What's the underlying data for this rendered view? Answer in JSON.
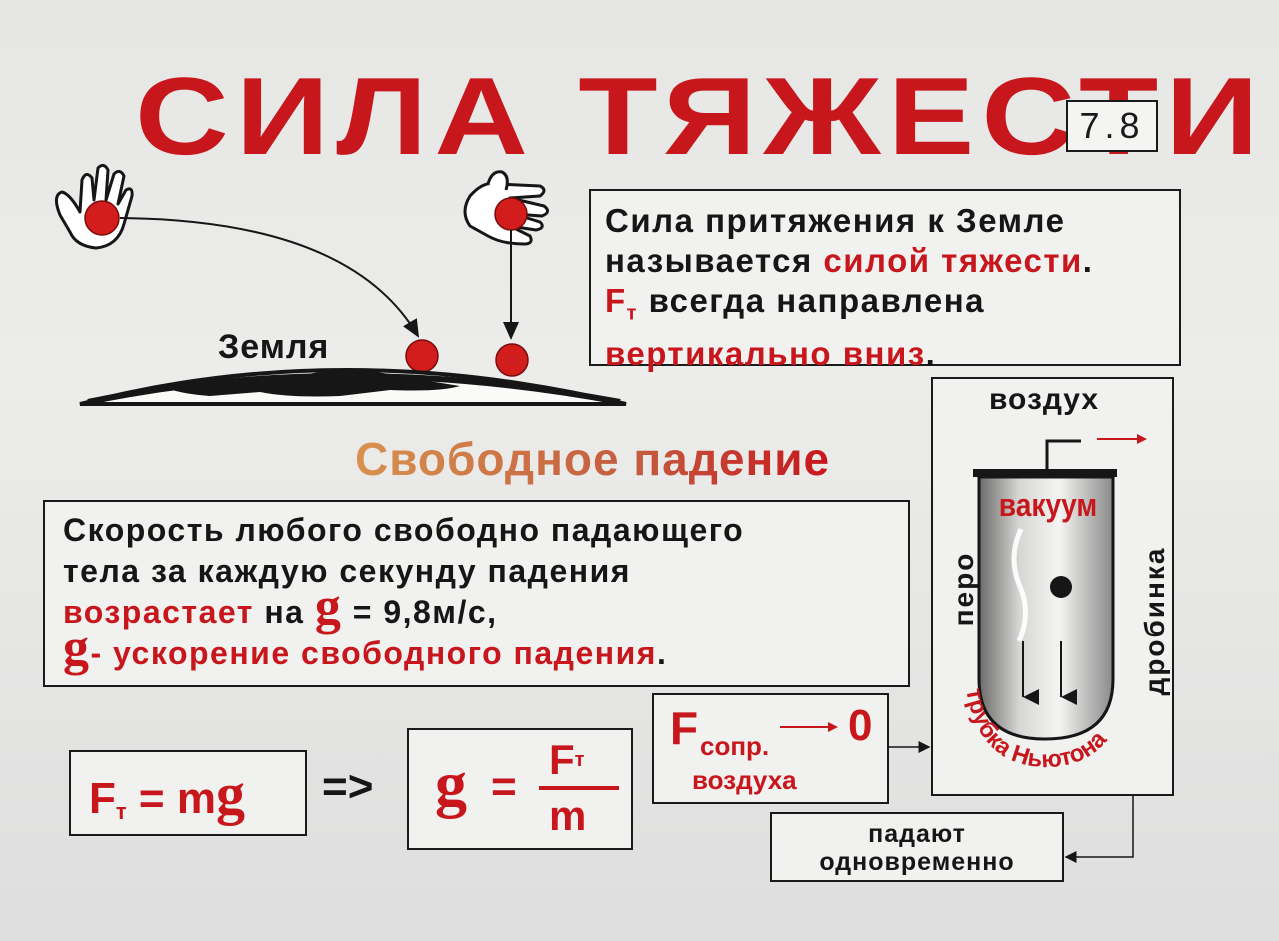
{
  "title": "СИЛА ТЯЖЕСТИ",
  "page_number": "7.8",
  "earth_label": "Земля",
  "definition": {
    "line1": "Сила притяжения к Земле",
    "line2_a": "называется ",
    "line2_b": "силой тяжести",
    "line2_c": ".",
    "line3_sym": "F",
    "line3_sub": "т",
    "line3_text": " всегда направлена",
    "line4_a": "вертикально вниз",
    "line4_b": "."
  },
  "free_fall_heading": "Свободное падение",
  "speed_rule": {
    "line1": "Скорость любого свободно падающего",
    "line2": "тела за каждую секунду падения",
    "line3_a": "возрастает",
    "line3_b": " на ",
    "line3_g": "g",
    "line3_c": " = 9,8м/с,",
    "line4_g": "g",
    "line4_text": "- ускорение свободного падения",
    "line4_dot": "."
  },
  "formula1": {
    "F": "F",
    "sub": "т",
    "eq": "= m",
    "g": "g"
  },
  "implies": "=>",
  "formula2": {
    "g": "g",
    "eq": "=",
    "num": "F",
    "num_sub": "т",
    "den": "m"
  },
  "air_resistance": {
    "F": "F",
    "sub1": "сопр.",
    "zero": "0",
    "sub2": "воздуха"
  },
  "tube": {
    "air": "воздух",
    "vacuum": "вакуум",
    "feather": "перо",
    "pellet": "дробинка",
    "name": "трубка Ньютона"
  },
  "fall_together": {
    "line1": "падают",
    "line2": "одновременно"
  },
  "colors": {
    "accent_red": "#c8161d",
    "ink": "#161616",
    "paper": "#ececea",
    "ball": "#d31d1d"
  }
}
